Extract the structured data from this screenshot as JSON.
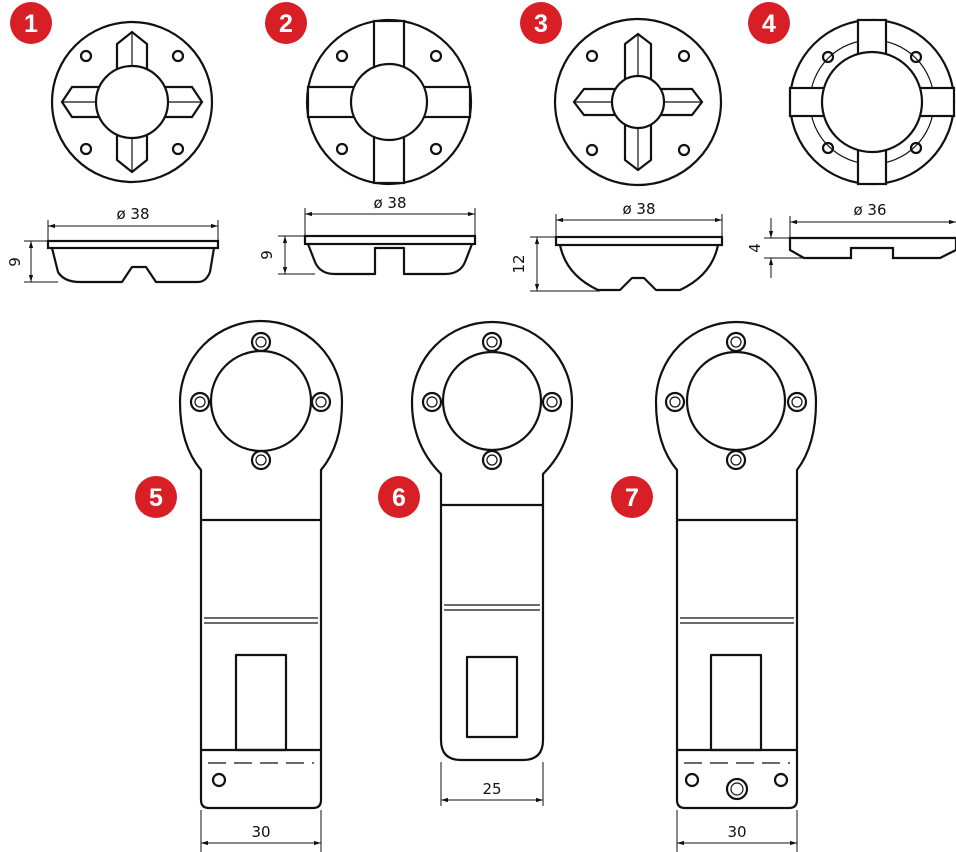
{
  "badges": {
    "b1": "1",
    "b2": "2",
    "b3": "3",
    "b4": "4",
    "b5": "5",
    "b6": "6",
    "b7": "7"
  },
  "dims": {
    "d1_dia": "ø 38",
    "d1_h": "9",
    "d2_dia": "ø 38",
    "d2_h": "9",
    "d3_dia": "ø 38",
    "d3_h": "12",
    "d4_dia": "ø 36",
    "d4_h": "4",
    "d5_w": "30",
    "d6_w": "25",
    "d7_w": "30"
  },
  "colors": {
    "badge": "#d81f26",
    "line": "#111111"
  }
}
